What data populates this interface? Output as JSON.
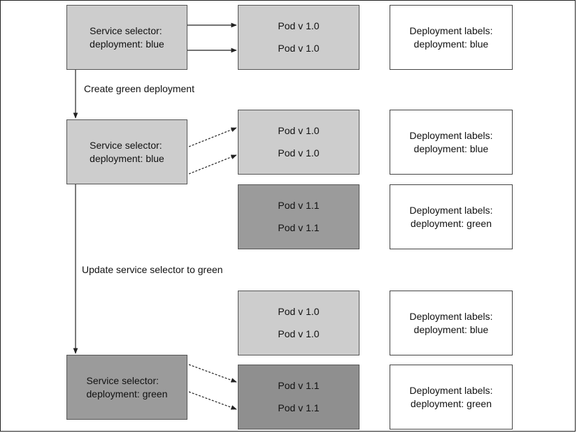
{
  "stage1": {
    "service": {
      "line1": "Service selector:",
      "line2": "deployment: blue"
    },
    "pods": [
      "Pod v 1.0",
      "Pod v 1.0"
    ],
    "labels": {
      "line1": "Deployment labels:",
      "line2": "deployment: blue"
    }
  },
  "step1": "Create green deployment",
  "stage2": {
    "service": {
      "line1": "Service selector:",
      "line2": "deployment: blue"
    },
    "pods_blue": [
      "Pod v 1.0",
      "Pod v 1.0"
    ],
    "labels_blue": {
      "line1": "Deployment labels:",
      "line2": "deployment: blue"
    },
    "pods_green": [
      "Pod v 1.1",
      "Pod v 1.1"
    ],
    "labels_green": {
      "line1": "Deployment labels:",
      "line2": "deployment: green"
    }
  },
  "step2": "Update service selector to green",
  "stage3": {
    "pods_blue": [
      "Pod v 1.0",
      "Pod v 1.0"
    ],
    "labels_blue": {
      "line1": "Deployment labels:",
      "line2": "deployment: blue"
    },
    "service": {
      "line1": "Service selector:",
      "line2": "deployment: green"
    },
    "pods_green": [
      "Pod v 1.1",
      "Pod v 1.1"
    ],
    "labels_green": {
      "line1": "Deployment labels:",
      "line2": "deployment: green"
    }
  },
  "colors": {
    "light_gray": "#cdcdcd",
    "dark_gray": "#9b9b9b",
    "white": "#ffffff"
  }
}
